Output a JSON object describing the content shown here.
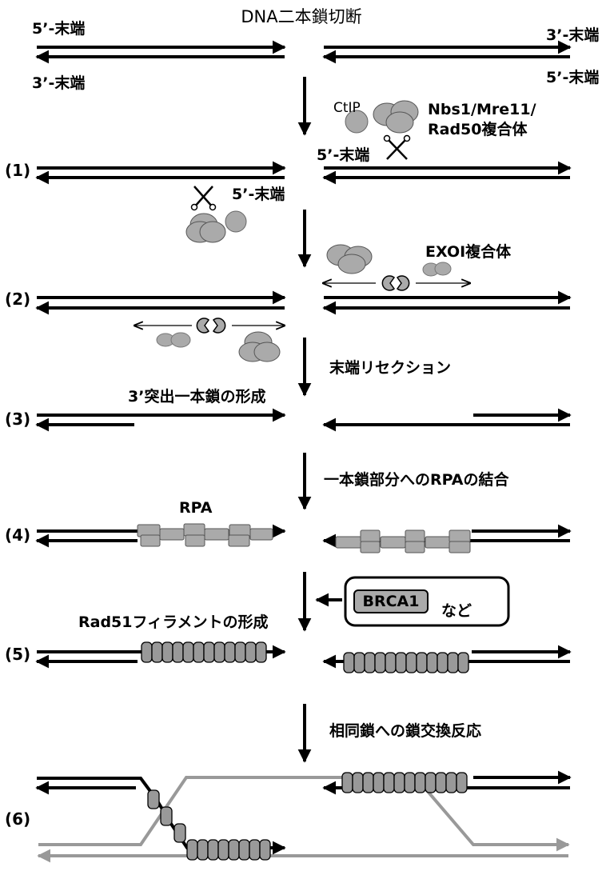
{
  "title": "DNA二本鎖切断",
  "colors": {
    "protein": "#aaaaaa",
    "protein_stroke": "#555555",
    "homolog": "#999999",
    "strand": "#000000"
  },
  "labels": {
    "five_end": "5’-末端",
    "three_end": "3’-末端",
    "ctip": "CtIP",
    "mrn_line1": "Nbs1/Mre11/",
    "mrn_line2": "Rad50複合体",
    "exo1": "EXOI複合体",
    "resection": "末端リセクション",
    "overhang": "3’突出一本鎖の形成",
    "rpa_binding": "一本鎖部分へのRPAの結合",
    "rpa": "RPA",
    "brca1": "BRCA1",
    "nado": "など",
    "rad51": "Rad51フィラメントの形成",
    "strand_exchange": "相同鎖への鎖交換反応"
  },
  "steps": [
    "(1)",
    "(2)",
    "(3)",
    "(4)",
    "(5)",
    "(6)"
  ],
  "icons": [
    "scissors-icon",
    "scissors-icon",
    "pacman-nuclease-icon"
  ]
}
